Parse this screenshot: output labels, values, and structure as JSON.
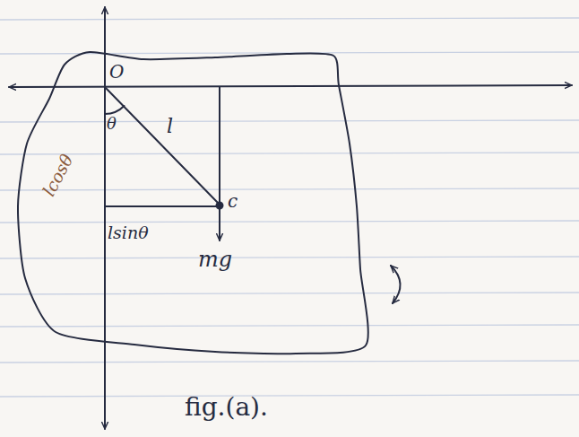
{
  "diagram": {
    "caption": "fig.(a).",
    "labels": [
      "O",
      "θ",
      "l",
      "c",
      "lcosθ",
      "lsinθ",
      "mg"
    ]
  }
}
